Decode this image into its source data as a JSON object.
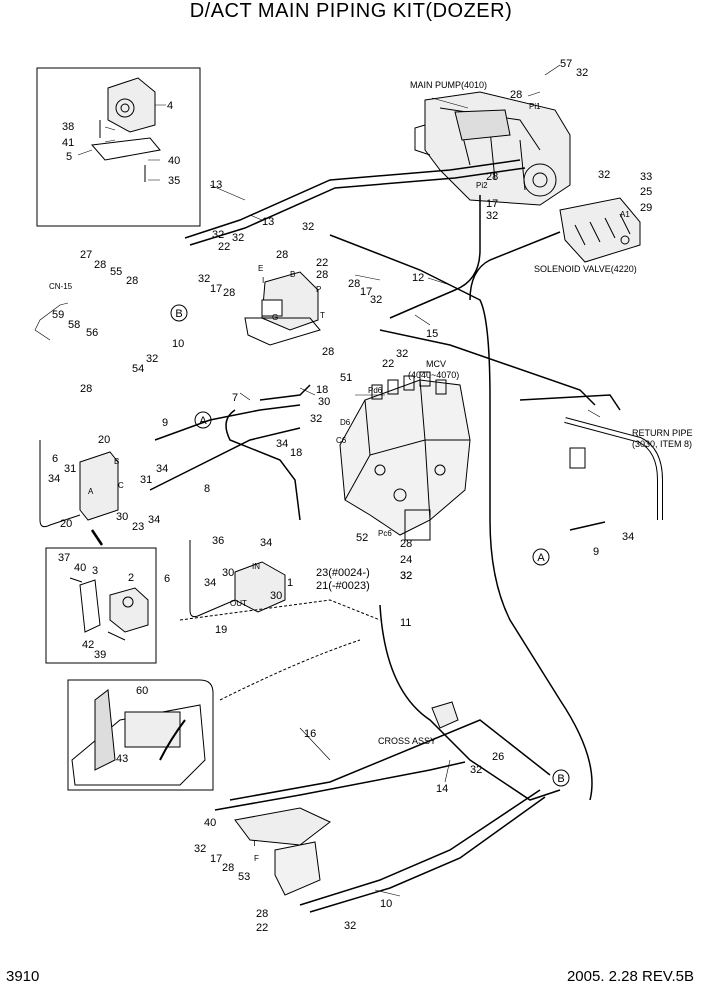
{
  "title": "D/ACT MAIN PIPING KIT(DOZER)",
  "page_number": "3910",
  "revision": "2005. 2.28  REV.5B",
  "captions": {
    "main_pump": "MAIN PUMP(4010)",
    "solenoid_valve": "SOLENOID VALVE(4220)",
    "mcv": "MCV",
    "mcv_range": "(4040~4070)",
    "return_pipe": "RETURN PIPE",
    "return_pipe_ref": "(3030, ITEM 8)",
    "cross_assy": "CROSS ASSY",
    "cn15": "CN-15"
  },
  "port_labels": {
    "pi1": "Pi1",
    "pi2": "Pi2",
    "a1": "A1",
    "pd6": "Pd6",
    "d6": "D6",
    "c6": "C6",
    "pc6": "Pc6",
    "e": "E",
    "i": "I",
    "b": "B",
    "g": "G",
    "p": "P",
    "t": "T",
    "in": "IN",
    "out": "OUT",
    "a": "A",
    "c": "C",
    "f": "F"
  },
  "circle_callouts": [
    "A",
    "B"
  ],
  "part_labels": {
    "p57": "57",
    "p32a": "32",
    "p28a": "28",
    "p4": "4",
    "p38": "38",
    "p41": "41",
    "p5": "5",
    "p40a": "40",
    "p35": "35",
    "p13a": "13",
    "p13b": "13",
    "p32b": "32",
    "p32c": "32",
    "p28b": "28",
    "p17a": "17",
    "p32d": "32",
    "p32e": "32",
    "p33": "33",
    "p25": "25",
    "p29": "29",
    "p32f": "32",
    "p22a": "22",
    "p28c": "28",
    "p32g": "32",
    "p22b": "22",
    "p28d": "28",
    "p27": "27",
    "p28e": "28",
    "p55": "55",
    "p28f": "28",
    "p32h": "32",
    "p17b": "17",
    "p28g": "28",
    "p12": "12",
    "p28h": "28",
    "p17c": "17",
    "p32i": "32",
    "p59": "59",
    "p58": "58",
    "p56": "56",
    "p10a": "10",
    "p54": "54",
    "p32j": "32",
    "p28i": "28",
    "p15": "15",
    "p28j": "28",
    "p32k": "32",
    "p22c": "22",
    "p51": "51",
    "p7": "7",
    "p18a": "18",
    "p30a": "30",
    "p32l": "32",
    "p9a": "9",
    "p20a": "20",
    "p34a": "34",
    "p18b": "18",
    "p6a": "6",
    "p31a": "31",
    "p34b": "34",
    "p31b": "31",
    "p8": "8",
    "p34c": "34",
    "p20b": "20",
    "p30b": "30",
    "p23a": "23",
    "p34d": "34",
    "p52": "52",
    "p28k": "28",
    "p24": "24",
    "p32m": "32",
    "p34e": "34",
    "p9b": "9",
    "p36": "36",
    "p34f": "34",
    "p23b": "23(#0024-)",
    "p21": "21(-#0023)",
    "p32n": "32",
    "p37": "37",
    "p40b": "40",
    "p3": "3",
    "p2": "2",
    "p42": "42",
    "p39": "39",
    "p6b": "6",
    "p34g": "34",
    "p30c": "30",
    "p1": "1",
    "p30d": "30",
    "p19": "19",
    "p11": "11",
    "p60": "60",
    "p43": "43",
    "p16": "16",
    "p26": "26",
    "p32o": "32",
    "p14": "14",
    "p40c": "40",
    "p32p": "32",
    "p17d": "17",
    "p28l": "28",
    "p53": "53",
    "p28m": "28",
    "p22d": "22",
    "p10b": "10",
    "p32q": "32"
  }
}
